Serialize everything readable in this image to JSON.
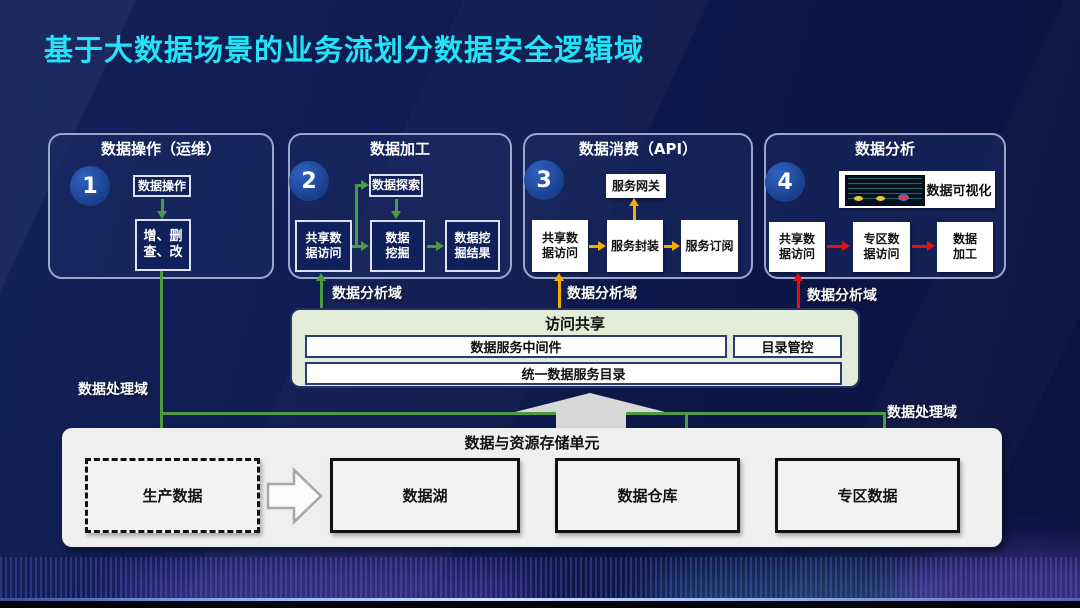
{
  "title": "基于大数据场景的业务流划分数据安全逻辑域",
  "panels": [
    {
      "number": "1",
      "title": "数据操作（运维）",
      "boxes": [
        "数据操作",
        "增、删\n查、改"
      ]
    },
    {
      "number": "2",
      "title": "数据加工",
      "boxes": [
        "数据探索",
        "共享数\n据访问",
        "数据\n挖掘",
        "数据挖\n掘结果"
      ]
    },
    {
      "number": "3",
      "title": "数据消费（API）",
      "boxes": [
        "服务网关",
        "共享数\n据访问",
        "服务封装",
        "服务订阅"
      ]
    },
    {
      "number": "4",
      "title": "数据分析",
      "viz_label": "数据可视化",
      "boxes": [
        "共享数\n据访问",
        "专区数\n据访问",
        "数据\n加工"
      ]
    }
  ],
  "labels": {
    "analysis_domain": "数据分析域",
    "processing_domain": "数据处理域"
  },
  "access_share": {
    "title": "访问共享",
    "middleware": "数据服务中间件",
    "catalog_control": "目录管控",
    "unified_catalog": "统一数据服务目录"
  },
  "storage": {
    "title": "数据与资源存储单元",
    "items": [
      "生产数据",
      "数据湖",
      "数据仓库",
      "专区数据"
    ]
  },
  "colors": {
    "title_accent": "#22e3f7",
    "arrow_green": "#4e9a41",
    "arrow_yellow": "#f5ad00",
    "arrow_red": "#e31212",
    "badge_blue": "#1a3f8d"
  }
}
